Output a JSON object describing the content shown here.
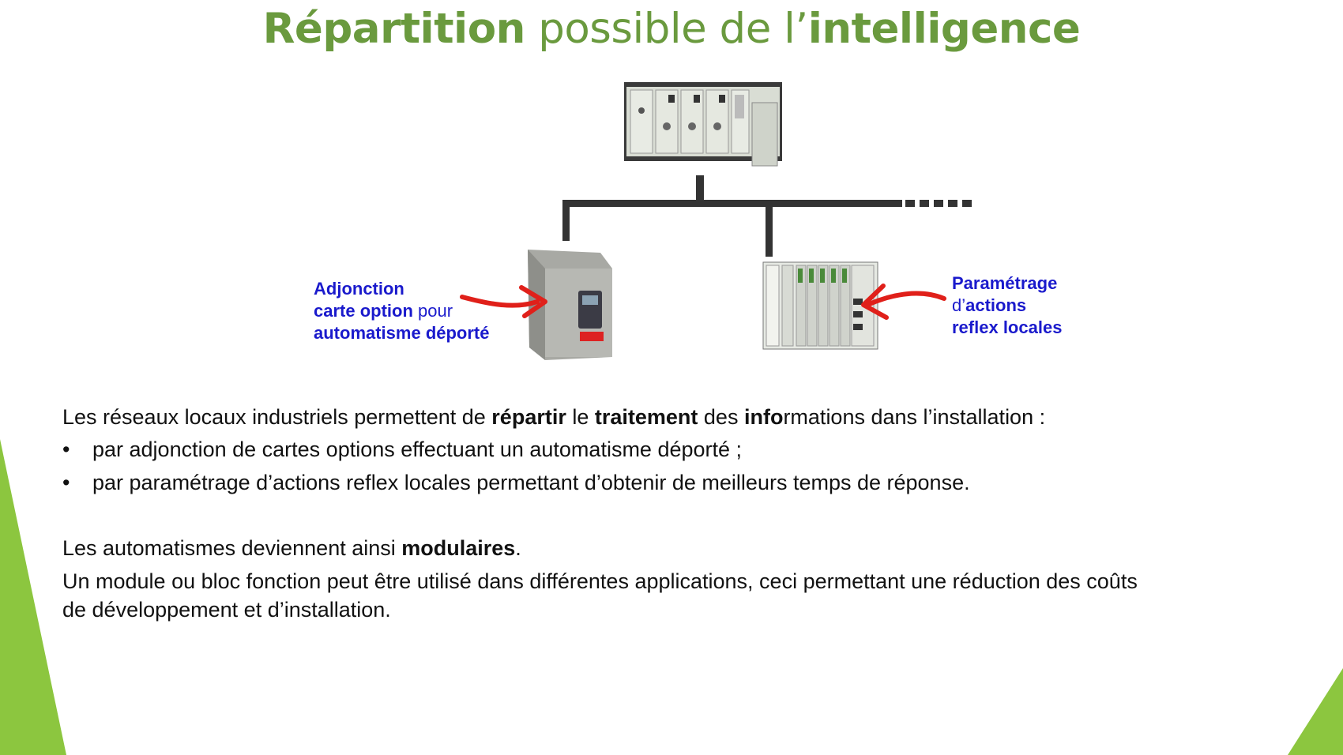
{
  "title": {
    "part1": "Répartition",
    "part2": " possible de l’",
    "part3": "intelligence"
  },
  "callout_left": {
    "line1": "Adjonction",
    "line2_bold": "carte option",
    "line2_thin": " pour",
    "line3": "automatisme déporté"
  },
  "callout_right": {
    "line1": "Paramétrage",
    "line2_thin": "d’",
    "line2_bold": "actions",
    "line3": "reflex locales"
  },
  "intro": {
    "t1": "Les réseaux locaux industriels permettent de ",
    "b1": "répartir",
    "t2": " le ",
    "b2": "traitement",
    "t3": " des ",
    "b3": "info",
    "t4": "rmations dans l’installation :"
  },
  "bullets": [
    "par adjonction de cartes options effectuant un automatisme déporté ;",
    "par paramétrage d’actions reflex locales permettant d’obtenir de meilleurs temps de réponse."
  ],
  "bullet_glyph": "•",
  "modular": {
    "t1": "Les automatismes deviennent ainsi ",
    "b1": "modulaires",
    "t2": "."
  },
  "paragraph": {
    "line1": "Un module ou bloc fonction peut être utilisé dans différentes applications, ceci permettant une réduction des coûts",
    "line2": "de développement et d’installation."
  },
  "colors": {
    "title_green": "#6a9a3e",
    "accent_green": "#8cc63f",
    "callout_blue": "#1a1acc",
    "arrow_red": "#e0201a"
  }
}
